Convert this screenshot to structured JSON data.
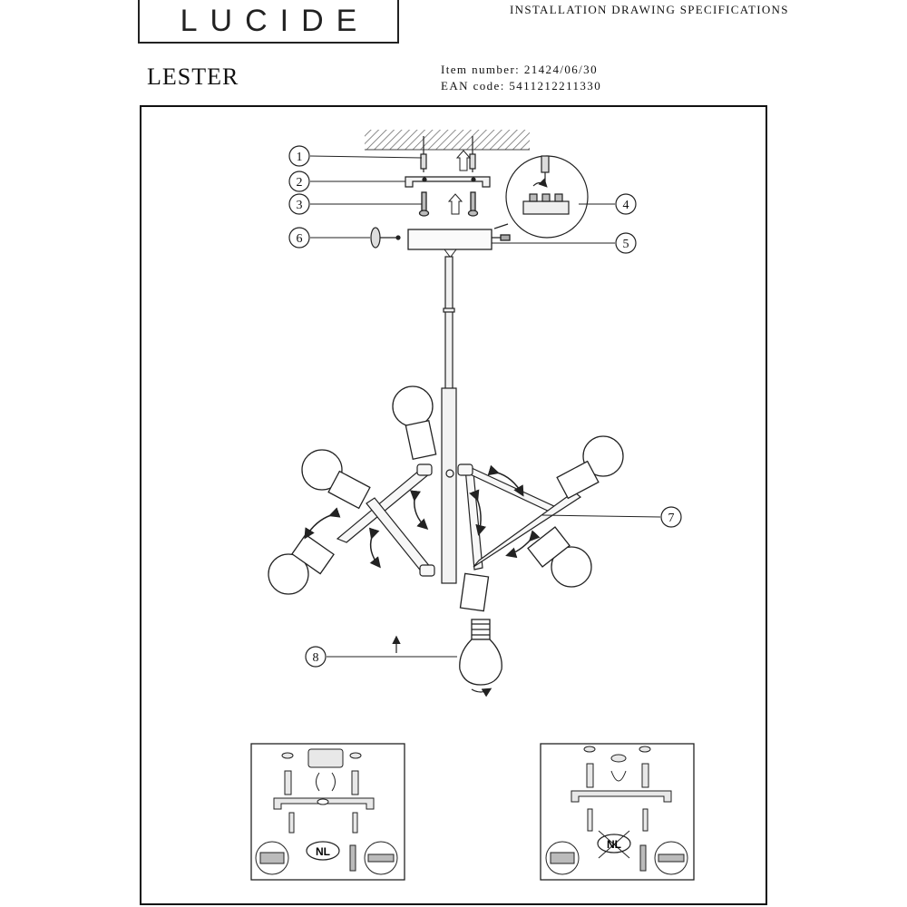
{
  "header": {
    "brand": "LUCIDE",
    "spec_title": "INSTALLATION DRAWING SPECIFICATIONS",
    "product_name": "LESTER",
    "item_number_line": "Item number: 21424/06/30",
    "ean_line": "EAN code: 5411212211330"
  },
  "callouts": [
    "1",
    "2",
    "3",
    "4",
    "5",
    "6",
    "7",
    "8"
  ],
  "panels": {
    "left_badge": "NL",
    "right_badge": "NL"
  },
  "icons": [
    "ceiling-hatch-icon",
    "screw-icon",
    "bracket-icon",
    "terminal-block-icon",
    "canopy-icon",
    "bulb-icon",
    "rotate-arrow-icon",
    "screwdriver-icon",
    "drill-icon"
  ]
}
